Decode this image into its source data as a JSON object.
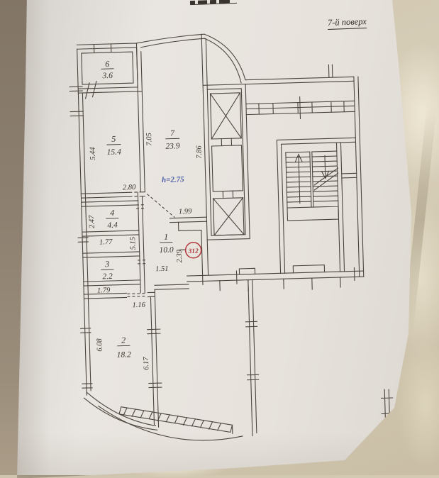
{
  "photo": {
    "floor_label": "7-й поверх"
  },
  "plan": {
    "height_note": "h=2.75",
    "unit_number": "312",
    "rooms": {
      "r1": {
        "num": "1",
        "area": "10.0"
      },
      "r2": {
        "num": "2",
        "area": "18.2"
      },
      "r3": {
        "num": "3",
        "area": "2.2"
      },
      "r4": {
        "num": "4",
        "area": "4.4"
      },
      "r5": {
        "num": "5",
        "area": "15.4"
      },
      "r6": {
        "num": "6",
        "area": "3.6"
      },
      "r7": {
        "num": "7",
        "area": "23.9"
      }
    },
    "dims": {
      "room5_left": "5.44",
      "room5_bottom": "2.80",
      "room7_left": "7.05",
      "room7_right": "7.86",
      "hall_top": "1.99",
      "hall_left": "5.15",
      "hall_width": "2.39",
      "hall_bottom": "1.51",
      "room4_left": "2.47",
      "room4_bottom": "1.77",
      "room3_bottom": "1.79",
      "room2_door": "1.16",
      "room2_left": "6.08",
      "room2_right": "6.17"
    }
  }
}
